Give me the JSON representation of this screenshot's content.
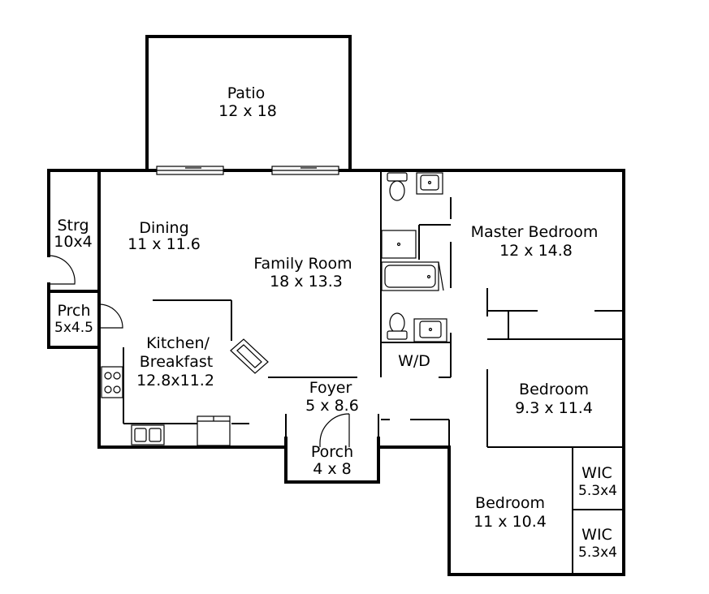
{
  "rooms": {
    "patio": {
      "name": "Patio",
      "size": "12 x 18"
    },
    "storage": {
      "name": "Strg",
      "size": "10x4"
    },
    "dining": {
      "name": "Dining",
      "size": "11 x 11.6"
    },
    "family": {
      "name": "Family Room",
      "size": "18 x 13.3"
    },
    "master": {
      "name": "Master Bedroom",
      "size": "12 x 14.8"
    },
    "back_porch": {
      "name": "Prch",
      "size": "5x4.5"
    },
    "kitchen": {
      "name_line1": "Kitchen/",
      "name_line2": "Breakfast",
      "size": "12.8x11.2"
    },
    "laundry": {
      "name": "W/D"
    },
    "foyer": {
      "name": "Foyer",
      "size": "5 x 8.6"
    },
    "bedroom2": {
      "name": "Bedroom",
      "size": "9.3 x 11.4"
    },
    "porch": {
      "name": "Porch",
      "size": "4 x 8"
    },
    "wic1": {
      "name": "WIC",
      "size": "5.3x4"
    },
    "bedroom3": {
      "name": "Bedroom",
      "size": "11 x 10.4"
    },
    "wic2": {
      "name": "WIC",
      "size": "5.3x4"
    }
  }
}
